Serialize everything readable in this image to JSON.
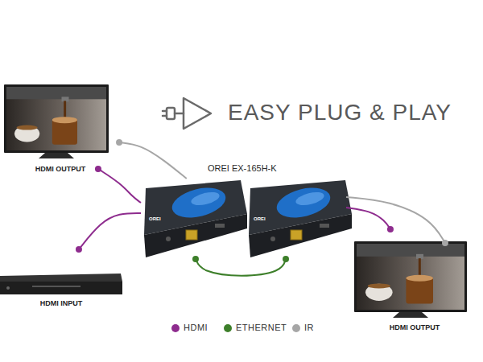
{
  "diagram": {
    "title": "EASY PLUG & PLAY",
    "nodes": [
      {
        "text": [
          "HDMI OUTPUT"
        ]
      },
      {
        "text": [
          "HDMI INPUT"
        ]
      },
      {
        "text": [
          "OREI"
        ]
      },
      {
        "text": [
          "OREI"
        ]
      },
      {
        "text": [
          "HDMI OUTPUT"
        ]
      }
    ],
    "edges": [
      {
        "from": 0,
        "to": 2,
        "arrow": "none"
      },
      {
        "from": 0,
        "to": 2,
        "arrow": "none"
      },
      {
        "from": 1,
        "to": 2,
        "arrow": "none"
      },
      {
        "from": 2,
        "to": 3,
        "arrow": "none"
      },
      {
        "from": 3,
        "to": 4,
        "arrow": "none"
      },
      {
        "from": 3,
        "to": 4,
        "arrow": "none"
      }
    ],
    "labels": [
      "OREI EX-165H-K"
    ],
    "legend": [
      {
        "text": "HDMI",
        "color": "#8e2c8e"
      },
      {
        "text": "ETHERNET",
        "color": "#3d7f2a"
      },
      {
        "text": "IR",
        "color": "#a6a6a6"
      }
    ]
  }
}
